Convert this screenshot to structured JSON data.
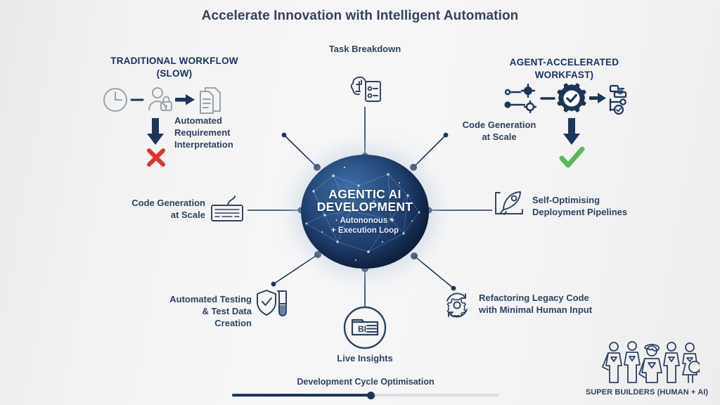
{
  "title": "Accelerate Innovation with Intelligent Automation",
  "left_section": {
    "heading_line1": "TRADITIONAL WORKFLOW",
    "heading_line2": "(SLOW)",
    "icons": [
      "clock-icon",
      "user-lock-icon",
      "arrow-right-icon",
      "documents-icon"
    ],
    "outcome_label_line1": "Automated",
    "outcome_label_line2": "Requirement",
    "outcome_label_line3": "Interpretation",
    "outcome_mark": "cross-mark",
    "outcome_mark_color": "#e03131"
  },
  "right_section": {
    "heading_line1": "AGENT-ACCELERATED",
    "heading_line2": "WORKFAST)",
    "icons": [
      "settings-nodes-icon",
      "gear-check-icon",
      "arrow-right-icon",
      "pipeline-icon"
    ],
    "outcome_mark": "check-mark",
    "outcome_mark_color": "#5cb85c"
  },
  "core": {
    "title_line1": "AGENTIC AI",
    "title_line2": "DEVELOPMENT",
    "sub_line1": "· Autononous +",
    "sub_line2": "+ Execution Loop",
    "color": "#1d3c6b"
  },
  "nodes": [
    {
      "id": "task-breakdown",
      "label_line1": "Task Breakdown",
      "label_line2": "",
      "icon": "brain-checklist-icon"
    },
    {
      "id": "code-generation-top",
      "label_line1": "Code Generation",
      "label_line2": "at Scale",
      "icon": "none"
    },
    {
      "id": "self-optimising",
      "label_line1": "Self-Optimising",
      "label_line2": "Deployment Pipelines",
      "icon": "rocket-laptop-icon"
    },
    {
      "id": "refactoring",
      "label_line1": "Refactoring Legacy Code",
      "label_line2": "with Minimal Human Input",
      "icon": "gear-refresh-icon"
    },
    {
      "id": "live-insights",
      "label_line1": "Live Insights",
      "label_line2": "",
      "icon": "bi-dashboard-icon"
    },
    {
      "id": "automated-testing",
      "label_line1": "Automated Testing",
      "label_line2": "& Test Data",
      "label_line3": "Creation",
      "icon": "shield-check-testtube-icon"
    },
    {
      "id": "code-generation-left",
      "label_line1": "Code Generation",
      "label_line2": "at Scale",
      "icon": "keyboard-icon"
    }
  ],
  "slider": {
    "label": "Development Cycle Optimisation",
    "fill_percent": 52
  },
  "footer": {
    "caption": "SUPER BUILDERS (HUMAN + AI)",
    "icon": "superhero-team-icon"
  },
  "colors": {
    "navy": "#1d3557",
    "text": "#2e4260",
    "gray_icon": "#9aa3ad",
    "red": "#e03131",
    "green": "#5cb85c"
  }
}
